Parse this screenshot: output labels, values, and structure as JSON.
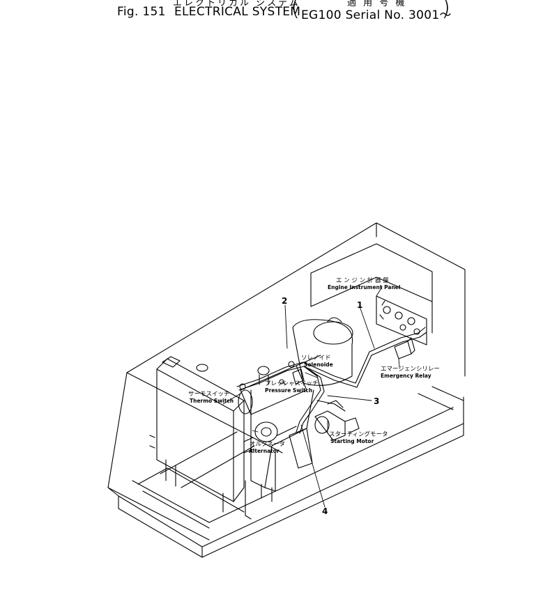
{
  "header": {
    "jp_title": "エレクトリカル システム",
    "jp_applicable": "適 用 号 機",
    "figure": "Fig. 151",
    "title": "ELECTRICAL SYSTEM",
    "serial": "EG100 Serial No. 3001～"
  },
  "components": {
    "panel_jp": "エ ン ジ ン 計 器 盤",
    "panel_en": "Engine Instrument Panel",
    "solenoid_jp": "ソレノイド",
    "solenoid_en": "Solenoide",
    "pressure_jp": "プレッシャスイッチ",
    "pressure_en": "Pressure Switch",
    "relay_jp": "エマージェンシリレー",
    "relay_en": "Emergency Relay",
    "thermo_jp": "サーモスイッチ",
    "thermo_en": "Thermo Switch",
    "alternator_jp": "オルタネータ",
    "alternator_en": "Alternator",
    "starter_jp": "スターティングモータ",
    "starter_en": "Starting Motor"
  },
  "callouts": {
    "c1": "1",
    "c2": "2",
    "c3": "3",
    "c4": "4"
  }
}
